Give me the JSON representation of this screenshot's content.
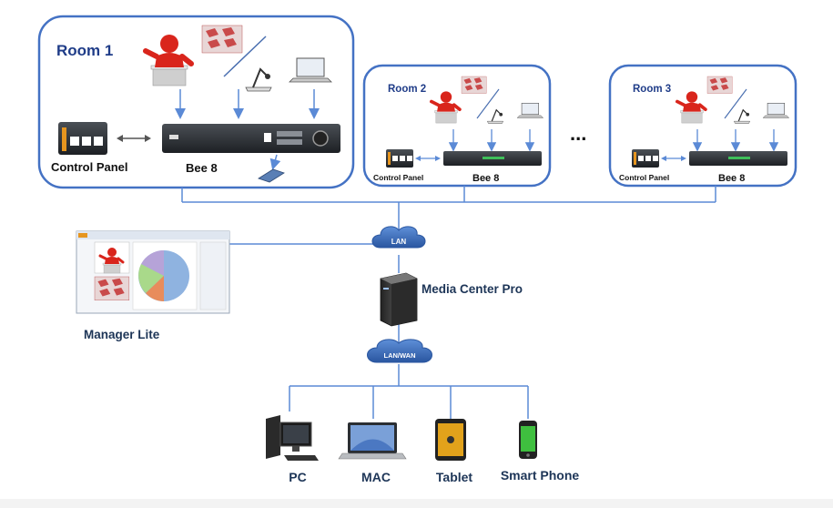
{
  "rooms": [
    {
      "title": "Room 1",
      "control_panel_label": "Control Panel",
      "recorder_label": "Bee 8"
    },
    {
      "title": "Room 2",
      "control_panel_label": "Control Panel",
      "recorder_label": "Bee 8"
    },
    {
      "title": "Room 3",
      "control_panel_label": "Control Panel",
      "recorder_label": "Bee 8"
    }
  ],
  "ellipsis": "...",
  "network": {
    "lan_label": "LAN",
    "wan_label": "LAN/WAN",
    "server_label": "Media Center Pro",
    "manager_label": "Manager Lite"
  },
  "clients": [
    {
      "label": "PC",
      "icon": "pc-icon"
    },
    {
      "label": "MAC",
      "icon": "mac-icon"
    },
    {
      "label": "Tablet",
      "icon": "tablet-icon"
    },
    {
      "label": "Smart Phone",
      "icon": "smartphone-icon"
    }
  ],
  "colors": {
    "room_border": "#4472c4",
    "room_title": "#1f3c88",
    "connector": "#5b8ad6",
    "cloud": "#3d6fbf",
    "presenter": "#d9251c"
  }
}
